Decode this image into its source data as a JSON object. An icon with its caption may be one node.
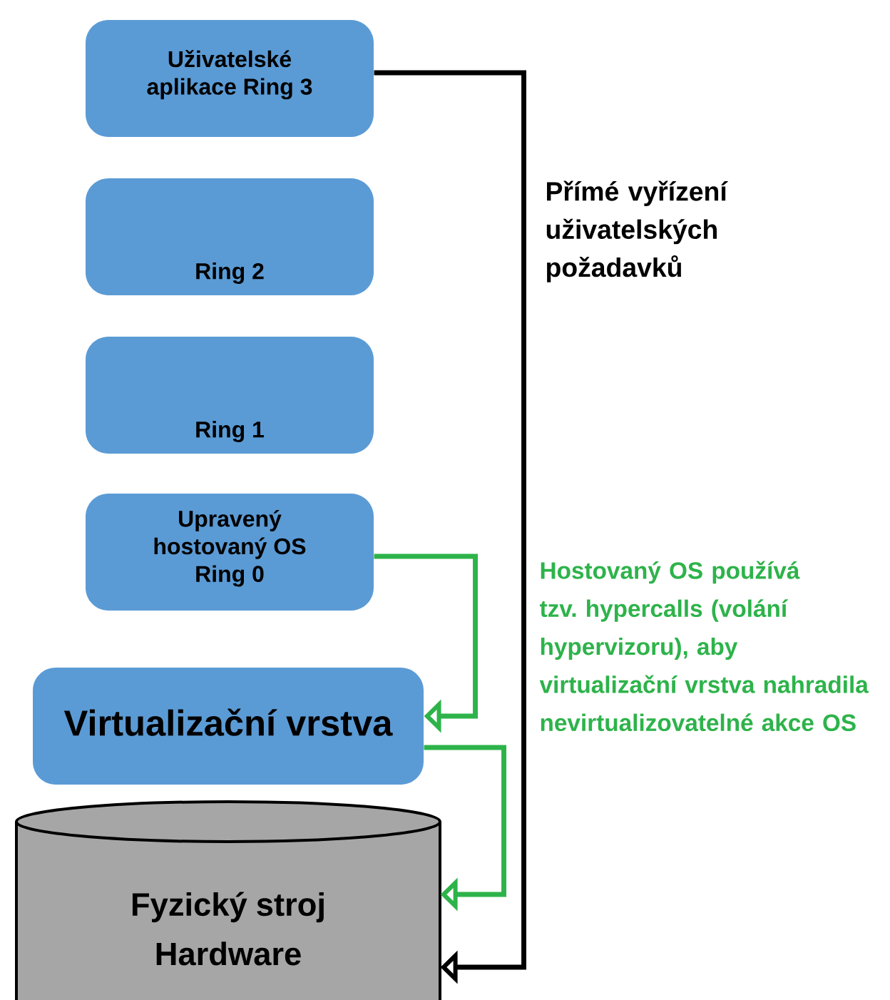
{
  "diagram": {
    "nodes": [
      {
        "text": [
          "Uživatelské aplikace Ring 3"
        ]
      },
      {
        "text": [
          "Ring 2"
        ]
      },
      {
        "text": [
          "Ring 1"
        ]
      },
      {
        "text": [
          "Upravený hostovaný OS Ring 0"
        ]
      },
      {
        "text": [
          "Virtualizační vrstva"
        ]
      },
      {
        "text": [
          "Fyzický stroj Hardware"
        ]
      }
    ],
    "edges": [
      {
        "from": 0,
        "to": 5,
        "arrow": "to",
        "label": "Přímé vyřízení uživatelských požadavků",
        "color": "#000000"
      },
      {
        "from": 3,
        "to": 4,
        "arrow": "to",
        "color": "#2db34a"
      },
      {
        "from": 4,
        "to": 5,
        "arrow": "to",
        "color": "#2db34a"
      }
    ],
    "labels": [
      "Hostovaný OS používá tzv. hypercalls (volání hypervizoru), aby virtualizační vrstva nahradila nevirtualizovatelné akce OS"
    ]
  }
}
